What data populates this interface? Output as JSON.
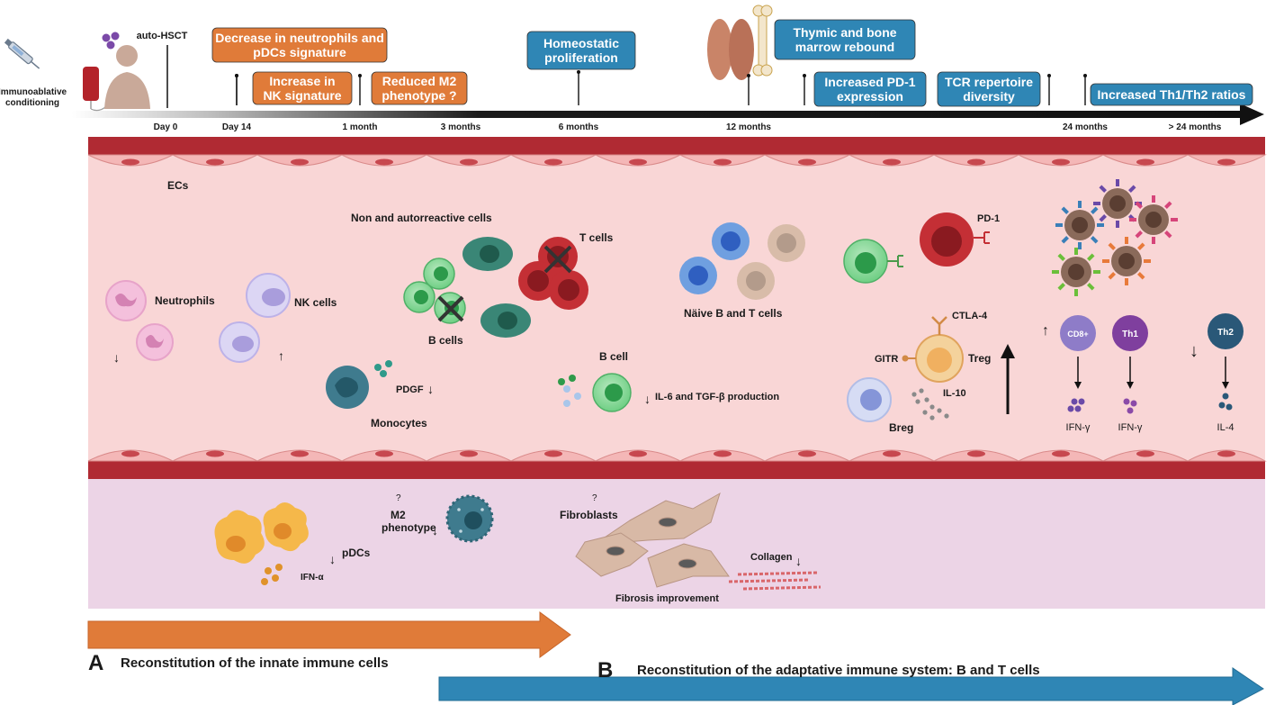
{
  "timeline": {
    "conditioning_label_1": "Immunoablative",
    "conditioning_label_2": "conditioning",
    "transplant_label": "auto-HSCT",
    "ticks": [
      "Day 0",
      "Day 14",
      "1 month",
      "3 months",
      "6 months",
      "12 months",
      "24 months",
      "> 24 months"
    ]
  },
  "callouts": {
    "innate": [
      {
        "lines": [
          "Decrease in neutrophils and",
          "pDCs signature"
        ],
        "color": "#e07b39"
      },
      {
        "lines": [
          "Increase in",
          "NK signature"
        ],
        "color": "#e07b39"
      },
      {
        "lines": [
          "Reduced M2",
          "phenotype ?"
        ],
        "color": "#e07b39"
      }
    ],
    "adaptive": [
      {
        "lines": [
          "Homeostatic",
          "proliferation"
        ],
        "color": "#2f86b5"
      },
      {
        "lines": [
          "Thymic and bone",
          "marrow rebound"
        ],
        "color": "#2f86b5"
      },
      {
        "lines": [
          "Increased PD-1",
          "expression"
        ],
        "color": "#2f86b5"
      },
      {
        "lines": [
          "TCR repertoire",
          "diversity"
        ],
        "color": "#2f86b5"
      },
      {
        "lines": [
          "Increased Th1/Th2 ratios"
        ],
        "color": "#2f86b5"
      }
    ]
  },
  "vessel_labels": {
    "ecs": "ECs",
    "non_autoreactive": "Non and autorreactive cells",
    "t_cells": "T cells",
    "b_cells": "B cells",
    "neutrophils": "Neutrophils",
    "nk_cells": "NK cells",
    "pdgf": "PDGF",
    "monocytes": "Monocytes",
    "b_cell": "B cell",
    "il6_tgfb": "IL-6 and TGF-β production",
    "naive": "Näive B and T cells",
    "pd1": "PD-1",
    "ctla4": "CTLA-4",
    "gitr": "GITR",
    "treg": "Treg",
    "il10": "IL-10",
    "breg": "Breg",
    "cd8": "CD8+",
    "th1": "Th1",
    "th2": "Th2",
    "ifng_1": "IFN-γ",
    "ifng_2": "IFN-γ",
    "il4": "IL-4"
  },
  "tissue_labels": {
    "q1": "?",
    "m2_1": "M2",
    "m2_2": "phenotype",
    "q2": "?",
    "fibroblasts": "Fibroblasts",
    "pdcs": "pDCs",
    "ifna": "IFN-α",
    "collagen": "Collagen",
    "fibrosis": "Fibrosis improvement"
  },
  "panels": {
    "a_letter": "A",
    "a_text": "Reconstitution of the innate immune cells",
    "b_letter": "B",
    "b_text": "Reconstitution of the adaptative immune system: B and T cells"
  },
  "colors": {
    "innate_arrow": "#e07b39",
    "adaptive_arrow": "#2f86b5",
    "vessel_wall": "#b02a33",
    "lumen": "#f9d6d6",
    "tissue": "#ecd4e6"
  }
}
